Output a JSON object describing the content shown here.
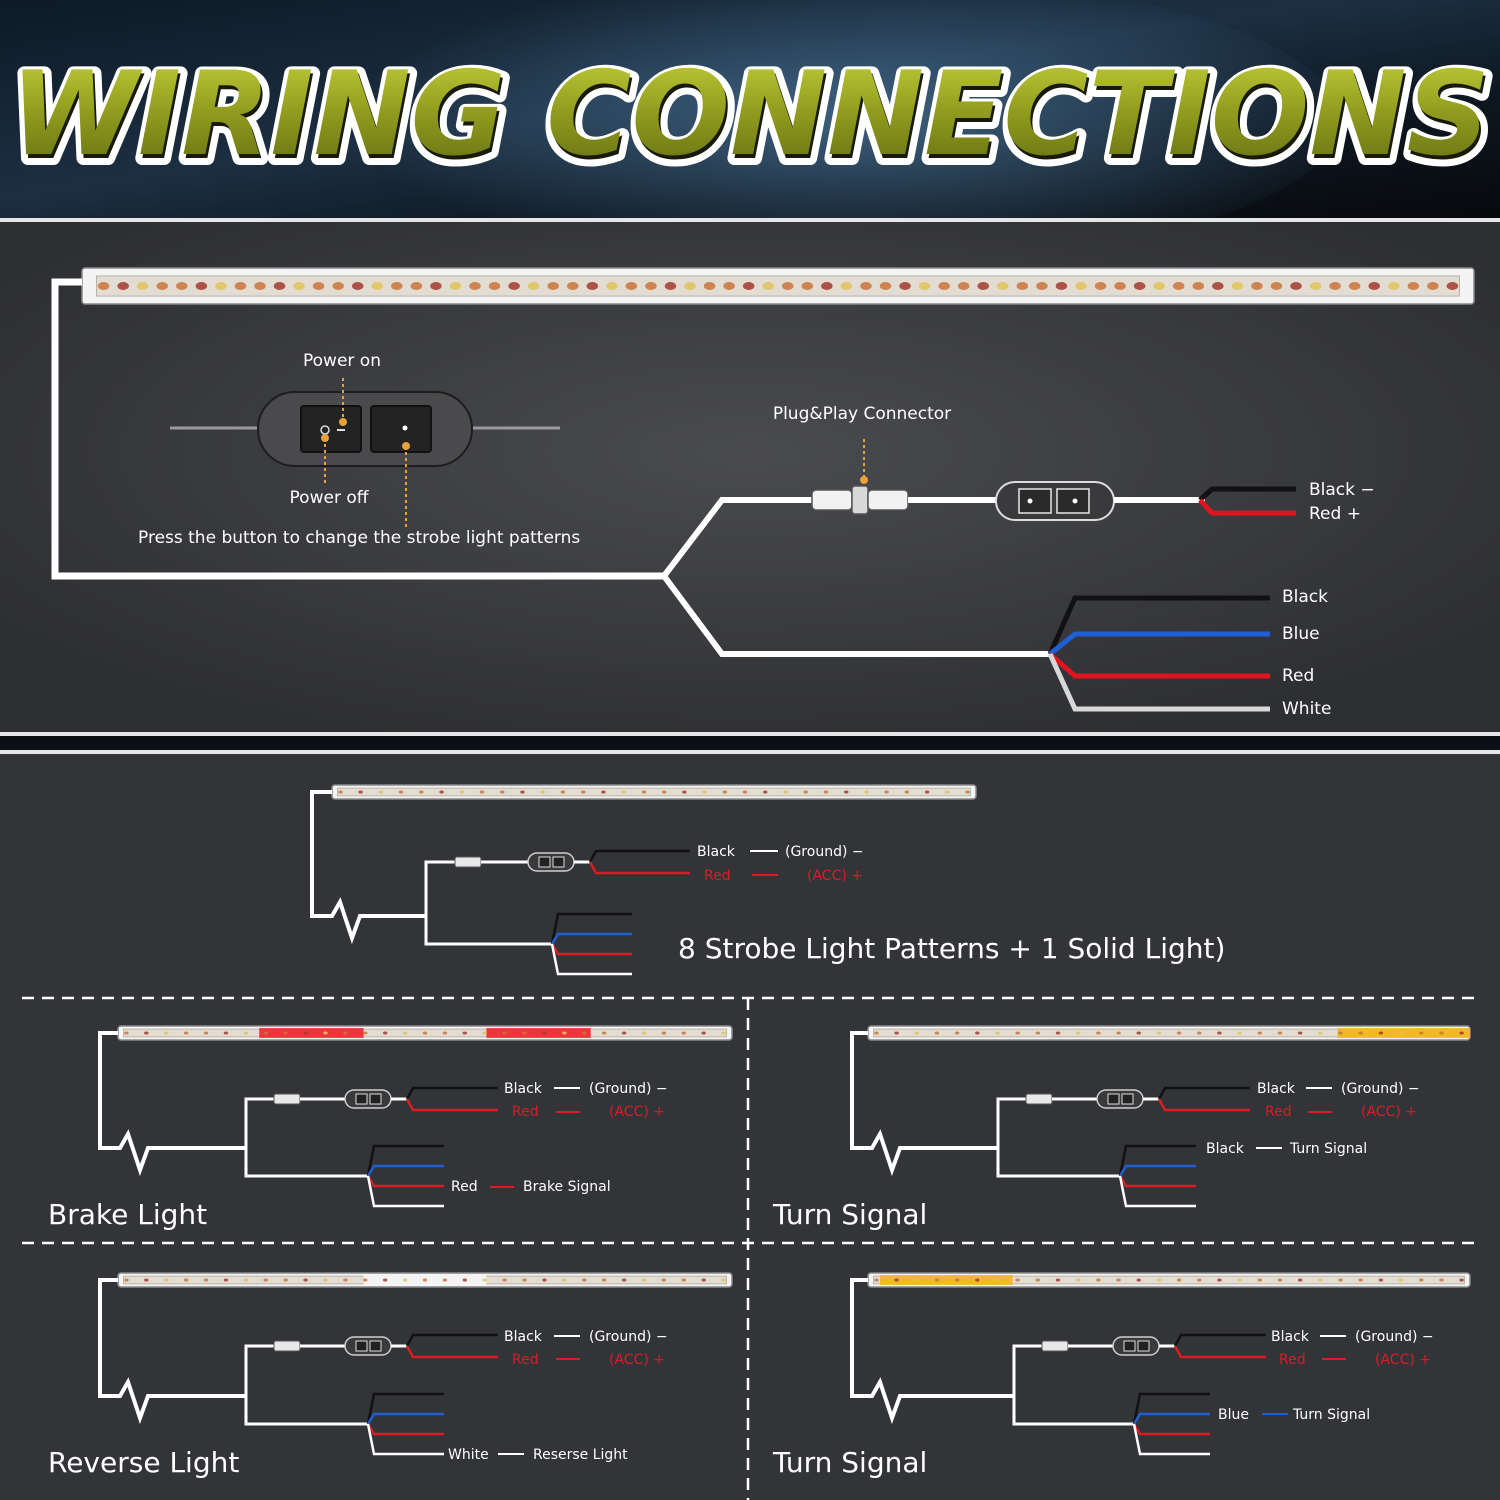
{
  "header": {
    "title": "WIRING CONNECTIONS"
  },
  "main_diagram": {
    "power_on": "Power on",
    "power_off": "Power off",
    "press_note": "Press the button to change the strobe light patterns",
    "connector": "Plug&Play Connector",
    "switch_wires": [
      {
        "label": "Black −",
        "color": "#111111"
      },
      {
        "label": "Red +",
        "color": "#e0141e"
      }
    ],
    "harness_wires": [
      {
        "label": "Black",
        "color": "#111111"
      },
      {
        "label": "Blue",
        "color": "#1f5fd6"
      },
      {
        "label": "Red",
        "color": "#e0141e"
      },
      {
        "label": "White",
        "color": "#d8d8d8"
      }
    ]
  },
  "common": {
    "black": "Black",
    "red": "Red",
    "ground": "(Ground) −",
    "acc": "(ACC) +"
  },
  "strobe_diagram": {
    "caption": "8 Strobe Light Patterns + 1 Solid Light)"
  },
  "panels": [
    {
      "title": "Brake Light",
      "wire": "Red",
      "signal": "Brake Signal",
      "wire_color": "#e0141e",
      "highlight": "#e8383d"
    },
    {
      "title": "Turn Signal",
      "wire": "Black",
      "signal": "Turn Signal",
      "wire_color": "#111111",
      "highlight": "#f1b82d"
    },
    {
      "title": "Reverse Light",
      "wire": "White",
      "signal": "Reserse Light",
      "wire_color": "#ffffff",
      "highlight": "#f4f4f4"
    },
    {
      "title": "Turn Signal",
      "wire": "Blue",
      "signal": "Turn Signal",
      "wire_color": "#1f5fd6",
      "highlight": "#f1b82d"
    }
  ]
}
